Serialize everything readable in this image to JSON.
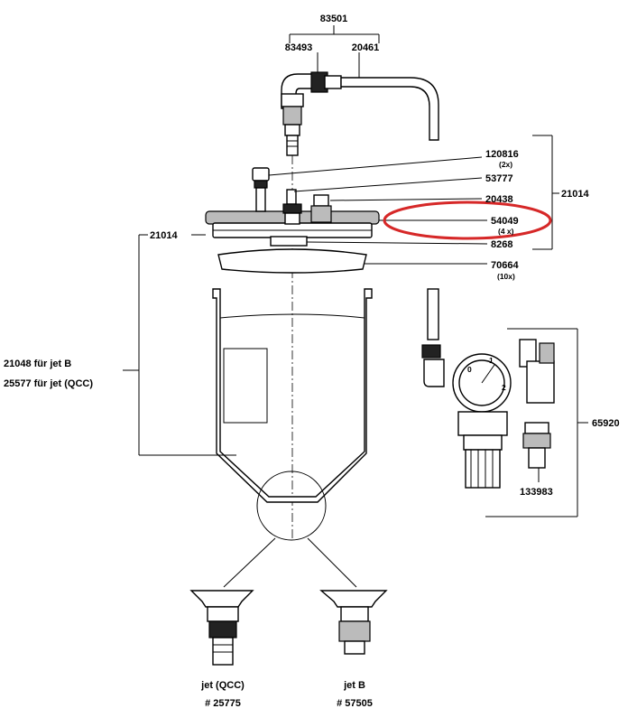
{
  "labels": {
    "p83501": "83501",
    "p83493": "83493",
    "p20461": "20461",
    "p120816": "120816",
    "q120816": "(2x)",
    "p53777": "53777",
    "p20438": "20438",
    "p21014_right": "21014",
    "p54049": "54049",
    "q54049": "(4 x)",
    "p8268": "8268",
    "p21014_left": "21014",
    "p70664": "70664",
    "q70664": "(10x)",
    "p21048": "21048 für jet B",
    "p25577": "25577 für jet (QCC)",
    "p65920": "65920",
    "p133983": "133983",
    "jet_qcc": "jet (QCC)",
    "jet_qcc_num": "# 25775",
    "jet_b": "jet B",
    "jet_b_num": "# 57505"
  },
  "highlight": {
    "target": "54049",
    "color": "#d62828"
  }
}
